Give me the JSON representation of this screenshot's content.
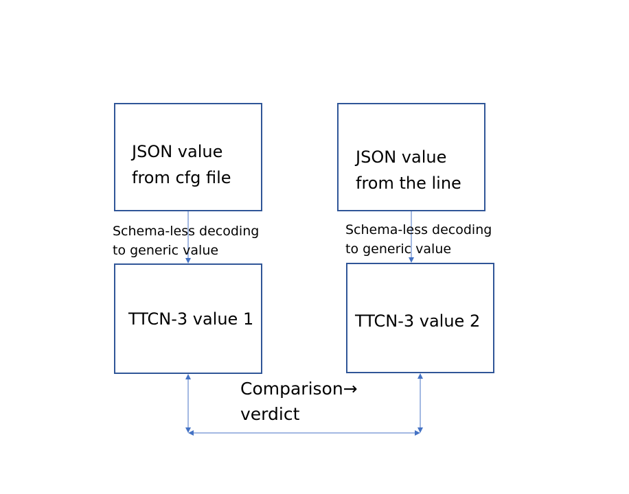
{
  "boxes": {
    "json_cfg": "JSON value\nfrom cfg file",
    "json_line": "JSON value\nfrom the line",
    "ttcn_value_1": "TTCN-3 value 1",
    "ttcn_value_2": "TTCN-3 value 2"
  },
  "labels": {
    "decoding_left": "Schema-less decoding\nto generic value",
    "decoding_right": "Schema-less decoding\nto generic value",
    "comparison_verdict": "Comparison→\nverdict"
  },
  "colors": {
    "box_border": "#2f5597",
    "arrow": "#4472c4"
  }
}
